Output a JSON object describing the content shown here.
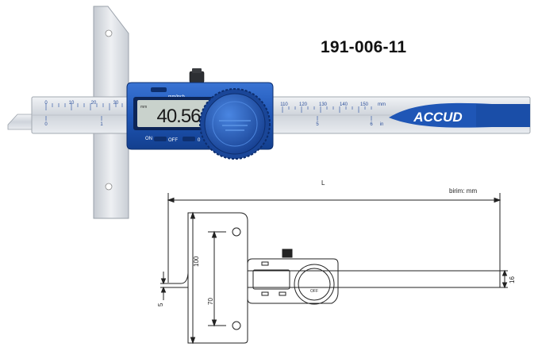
{
  "product": {
    "model_number": "191-006-11"
  },
  "photo": {
    "display_reading": "40.56",
    "display_unit_small": "mm",
    "mode_label": "mm/inch",
    "on_label": "ON",
    "off_label": "OFF",
    "zero_label": "0",
    "brand_logo": "ACCUD",
    "scale_left": [
      "0",
      "10",
      "20",
      "30"
    ],
    "scale_right": [
      "110",
      "120",
      "130",
      "140",
      "150",
      "mm"
    ],
    "inch_marks_left": [
      "0",
      "1"
    ],
    "inch_marks_right": [
      "5",
      "6",
      "in"
    ]
  },
  "drawing": {
    "length_label": "L",
    "unit_note": "birim: mm",
    "dim_height": "100",
    "dim_depth_base": "70",
    "dim_rod_offset": "5",
    "dim_beam_height": "16",
    "display_button_label": "OFF"
  },
  "colors": {
    "body_blue": "#1f56b6",
    "steel": "#d9dde3",
    "lcd": "#c9d2cc",
    "line": "#222222"
  }
}
